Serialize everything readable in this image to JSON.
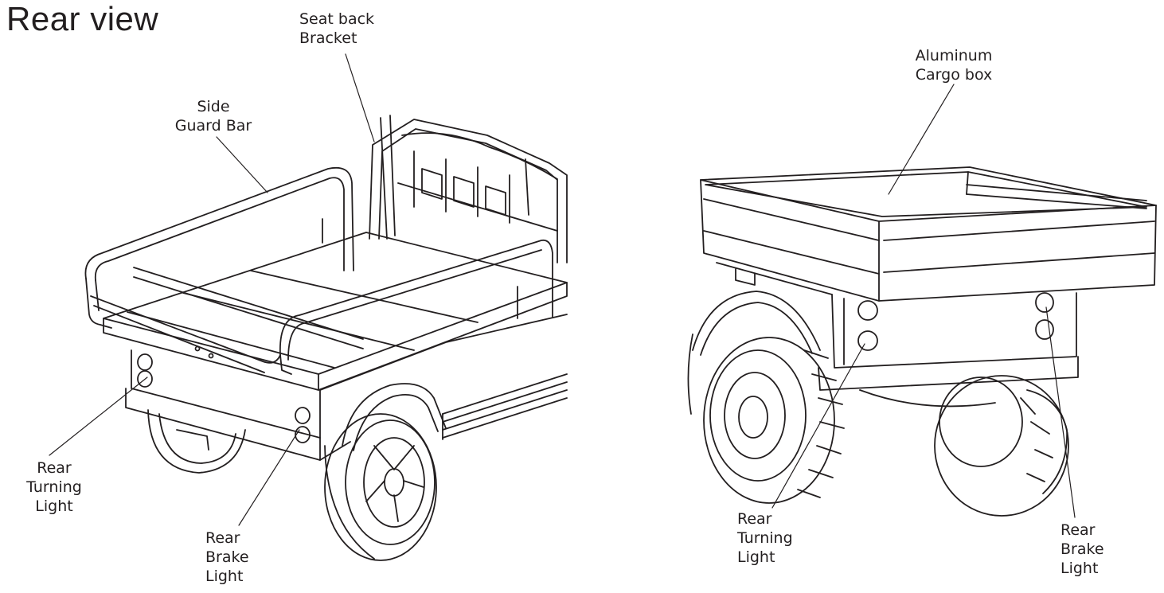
{
  "title": "Rear view",
  "left_view": {
    "seat_back_bracket": [
      "Seat back",
      "Bracket"
    ],
    "side_guard_bar": [
      "Side",
      "Guard Bar"
    ],
    "rear_turning_light": [
      "Rear",
      "Turning",
      "Light"
    ],
    "rear_brake_light": [
      "Rear",
      "Brake",
      "Light"
    ]
  },
  "right_view": {
    "aluminum_cargo_box": [
      "Aluminum",
      "Cargo box"
    ],
    "rear_turning_light": [
      "Rear",
      "Turning",
      "Light"
    ],
    "rear_brake_light": [
      "Rear",
      "Brake",
      "Light"
    ]
  },
  "line_color": "#231f20"
}
